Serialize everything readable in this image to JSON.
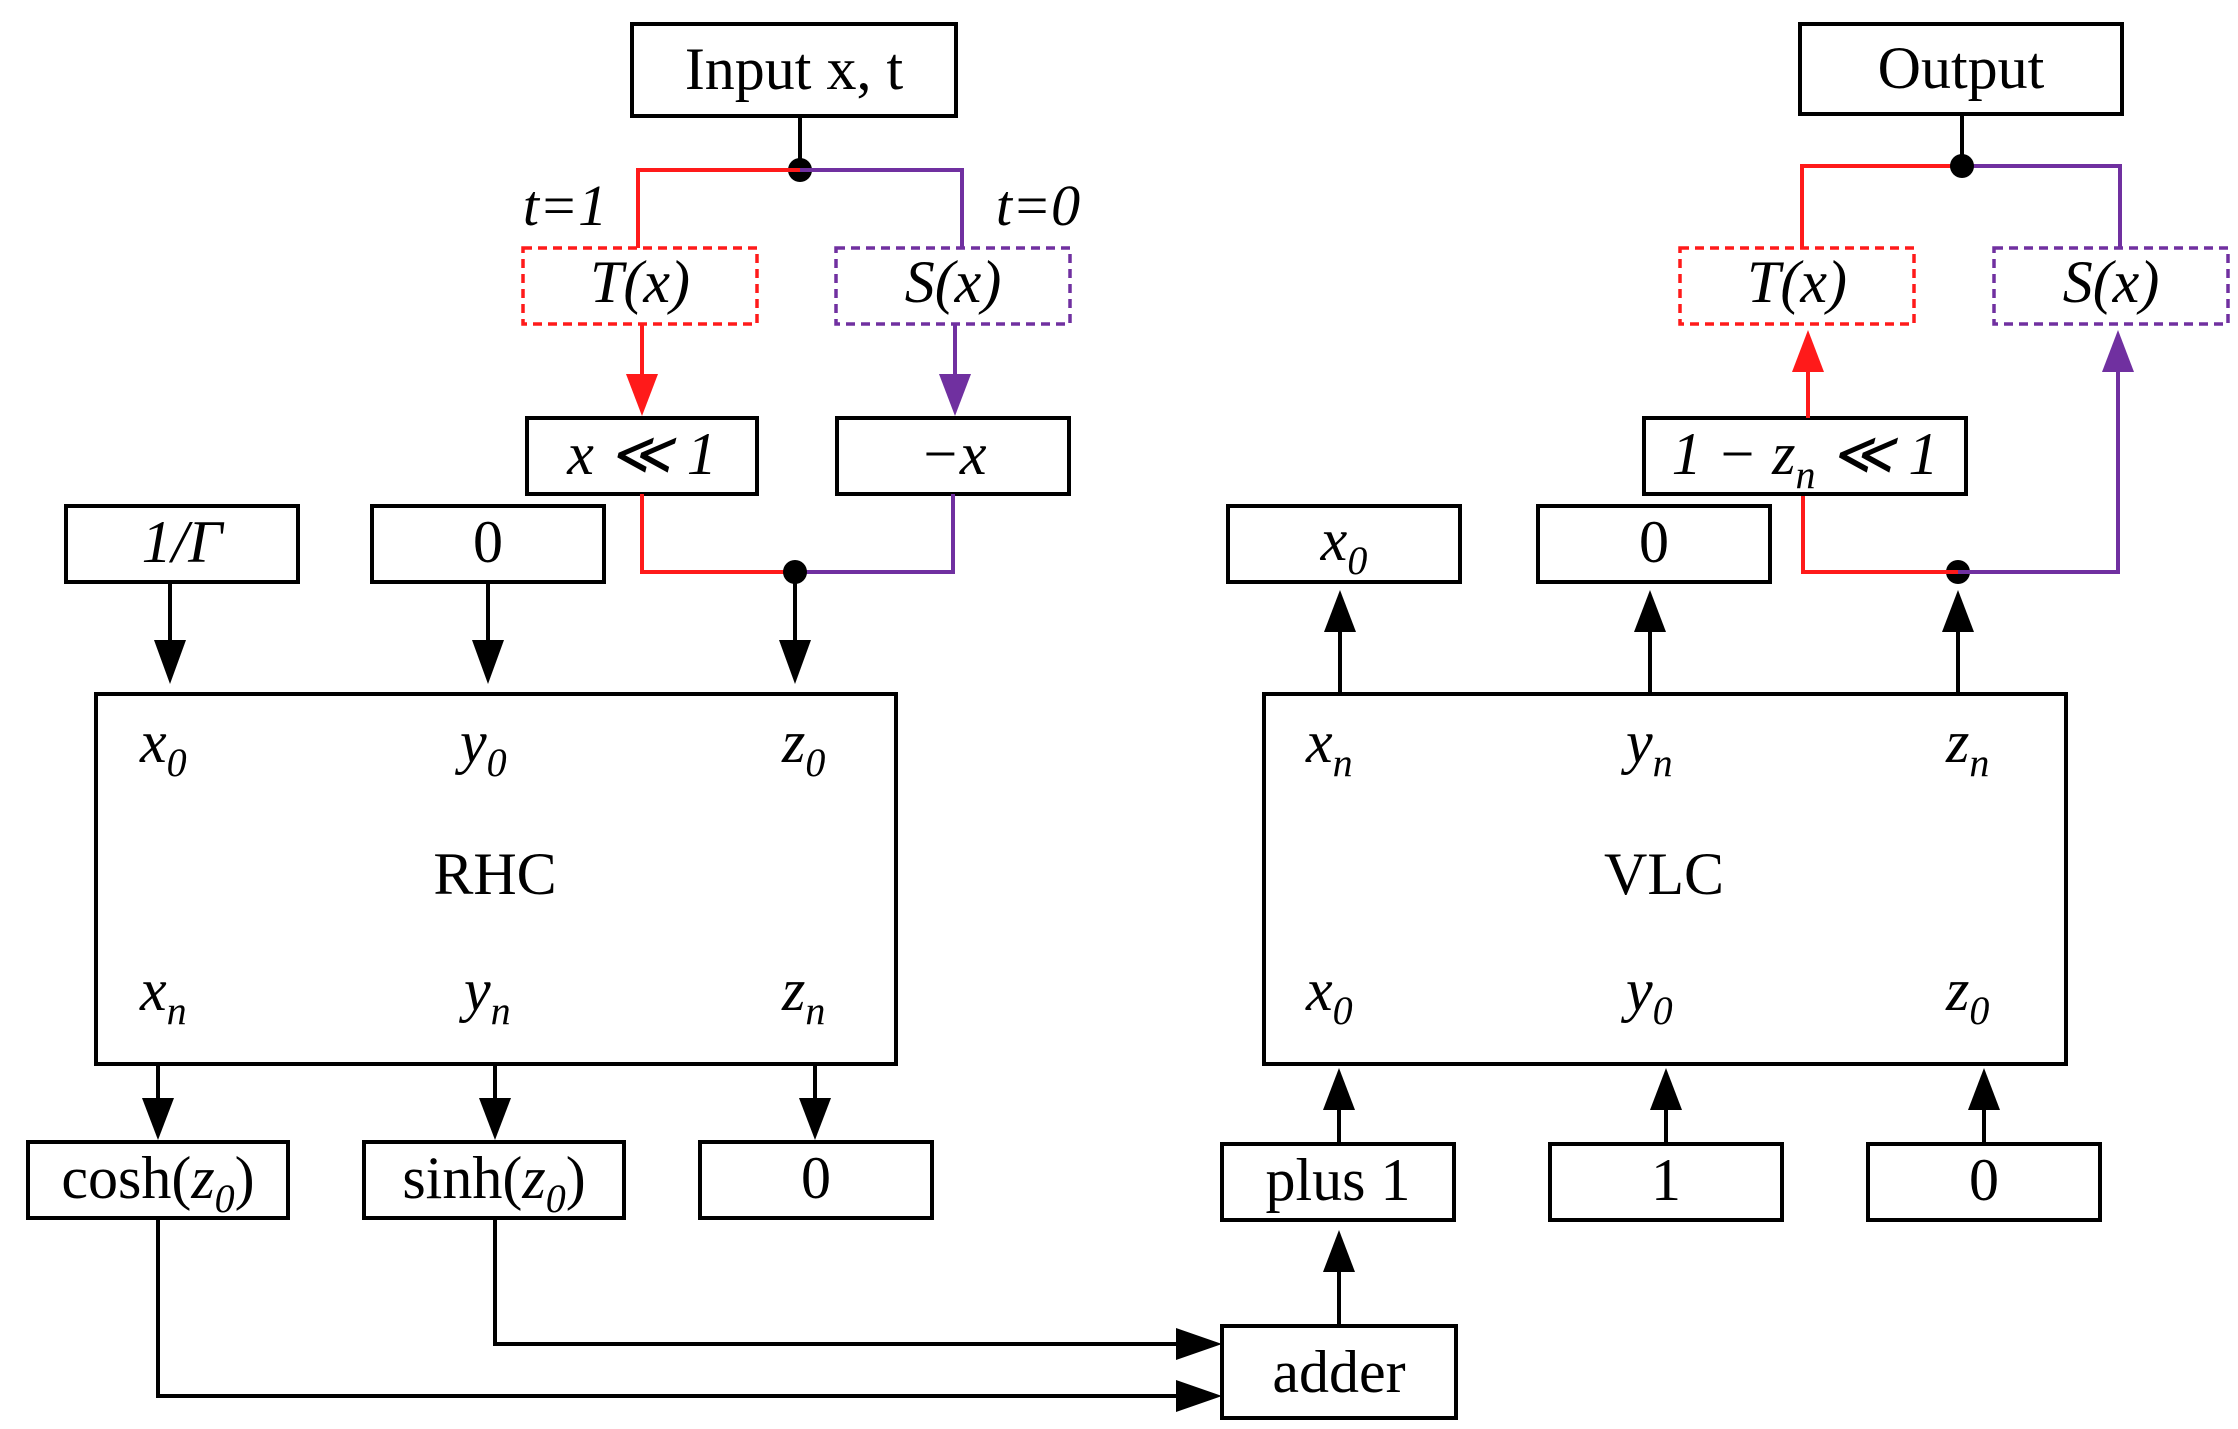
{
  "colors": {
    "true_branch": "#ff1a1a",
    "false_branch": "#7030a0",
    "line": "#000000"
  },
  "io": {
    "input": "Input  x, t",
    "output": "Output"
  },
  "conditions": {
    "t1": "t=1",
    "t0": "t=0"
  },
  "left": {
    "T": "T(x)",
    "S": "S(x)",
    "shift": "x ≪ 1",
    "neg": "−x",
    "init_x": "1/Γ",
    "init_y": "0",
    "rhc": {
      "name": "RHC",
      "in_x": "x",
      "in_x_sub": "0",
      "in_y": "y",
      "in_y_sub": "0",
      "in_z": "z",
      "in_z_sub": "0",
      "out_x": "x",
      "out_x_sub": "n",
      "out_y": "y",
      "out_y_sub": "n",
      "out_z": "z",
      "out_z_sub": "n"
    },
    "cosh_pre": "cosh(",
    "cosh_z": "z",
    "cosh_sub": "0",
    "cosh_post": ")",
    "sinh_pre": "sinh(",
    "sinh_z": "z",
    "sinh_sub": "0",
    "sinh_post": ")",
    "zero_out": "0"
  },
  "adder": "adder",
  "right": {
    "T": "T(x)",
    "S": "S(x)",
    "expr_pre": "1 − ",
    "expr_z": "z",
    "expr_sub": "n",
    "expr_post": " ≪ 1",
    "out_x": "x",
    "out_x_sub": "0",
    "out_y": "0",
    "vlc": {
      "name": "VLC",
      "top_x": "x",
      "top_x_sub": "n",
      "top_y": "y",
      "top_y_sub": "n",
      "top_z": "z",
      "top_z_sub": "n",
      "bot_x": "x",
      "bot_x_sub": "0",
      "bot_y": "y",
      "bot_y_sub": "0",
      "bot_z": "z",
      "bot_z_sub": "0"
    },
    "plus1": "plus 1",
    "one": "1",
    "zero_in": "0"
  }
}
